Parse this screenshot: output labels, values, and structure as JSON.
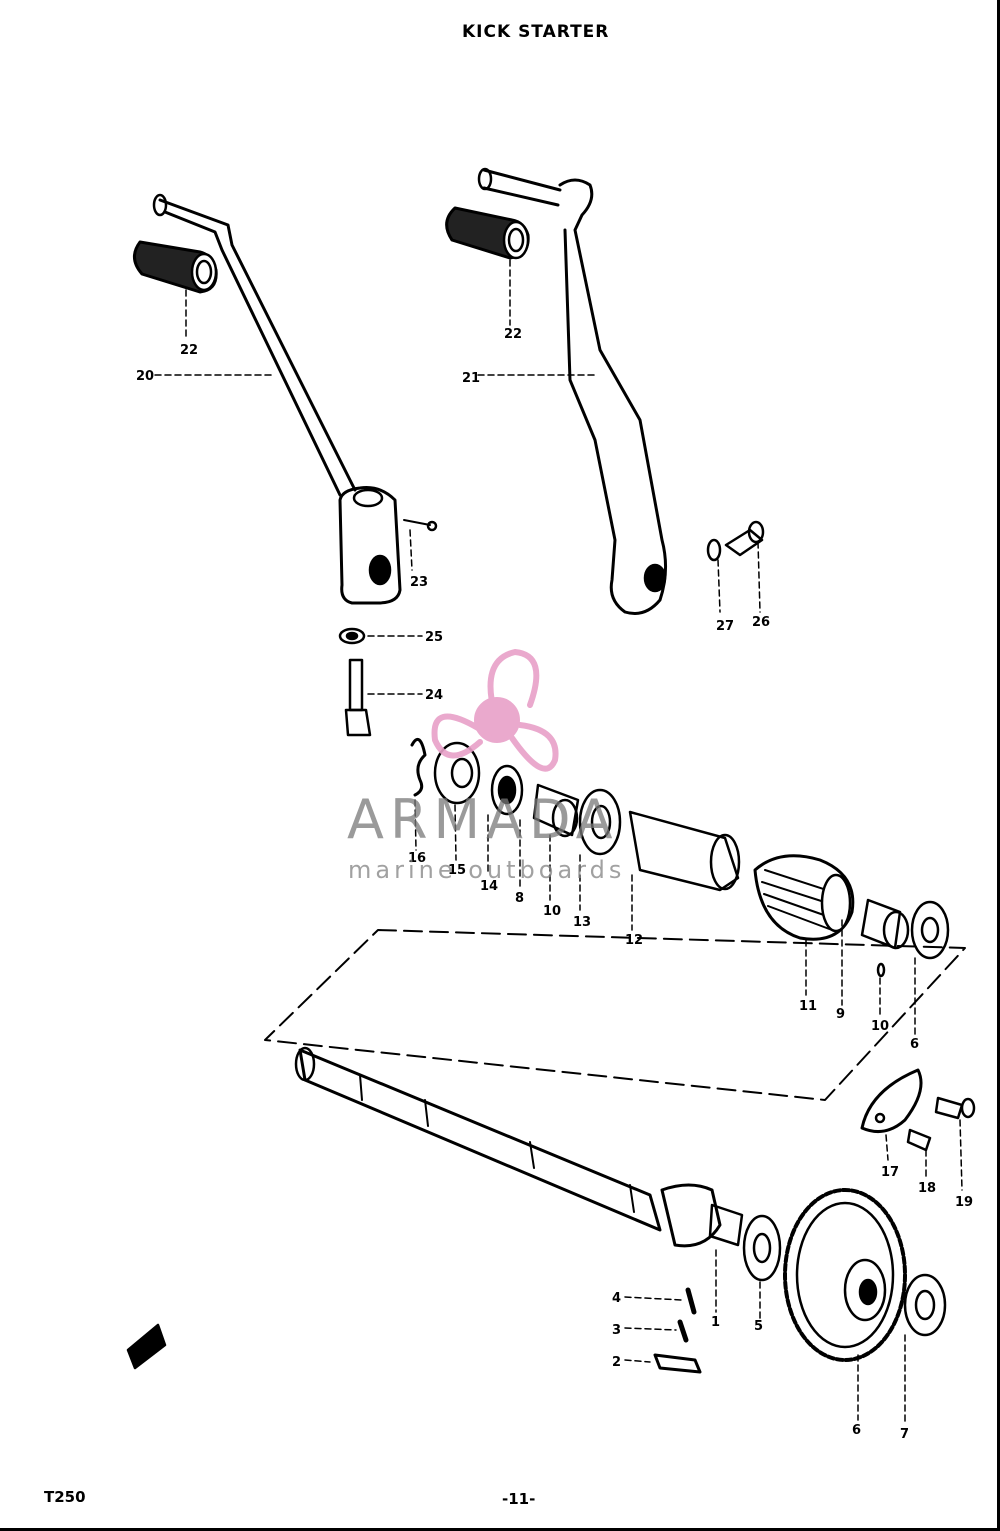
{
  "page": {
    "title": "KICK STARTER",
    "model": "T250",
    "page_number": "-11-"
  },
  "watermark": {
    "brand": "ARMADA",
    "tagline": "marine outboards",
    "icon": "propeller-icon",
    "color": "#e8a0c8"
  },
  "callouts": [
    "22",
    "20",
    "22",
    "21",
    "23",
    "27",
    "26",
    "25",
    "24",
    "16",
    "15",
    "14",
    "8",
    "10",
    "13",
    "12",
    "11",
    "9",
    "10",
    "6",
    "17",
    "18",
    "19",
    "4",
    "3",
    "2",
    "1",
    "5",
    "6",
    "7"
  ]
}
